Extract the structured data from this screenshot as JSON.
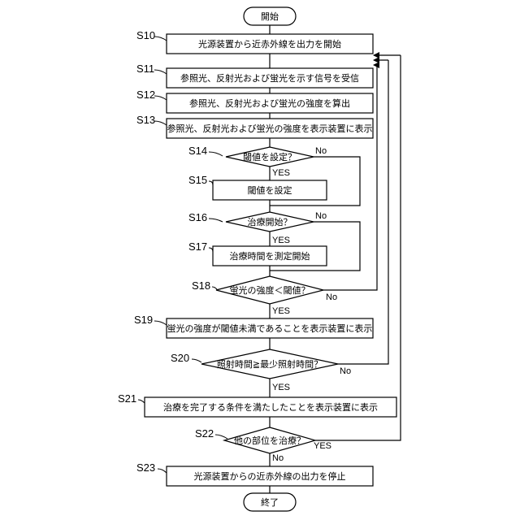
{
  "terminals": {
    "start": "開始",
    "end": "終了"
  },
  "steps": {
    "S10": {
      "id": "S10",
      "text": "光源装置から近赤外線を出力を開始"
    },
    "S11": {
      "id": "S11",
      "text": "参照光、反射光および蛍光を示す信号を受信"
    },
    "S12": {
      "id": "S12",
      "text": "参照光、反射光および蛍光の強度を算出"
    },
    "S13": {
      "id": "S13",
      "text": "参照光、反射光および蛍光の強度を表示装置に表示"
    },
    "S14": {
      "id": "S14",
      "text": "閾値を設定？"
    },
    "S15": {
      "id": "S15",
      "text": "閾値を設定"
    },
    "S16": {
      "id": "S16",
      "text": "治療開始？"
    },
    "S17": {
      "id": "S17",
      "text": "治療時間を測定開始"
    },
    "S18": {
      "id": "S18",
      "text": "蛍光の強度＜閾値？"
    },
    "S19": {
      "id": "S19",
      "text": "蛍光の強度が閾値未満であることを表示装置に表示"
    },
    "S20": {
      "id": "S20",
      "text": "照射時間≧最少照射時間？"
    },
    "S21": {
      "id": "S21",
      "text": "治療を完了する条件を満たしたことを表示装置に表示"
    },
    "S22": {
      "id": "S22",
      "text": "他の部位を治療？"
    },
    "S23": {
      "id": "S23",
      "text": "光源装置からの近赤外線の出力を停止"
    }
  },
  "labels": {
    "yes": "YES",
    "no": "No"
  }
}
